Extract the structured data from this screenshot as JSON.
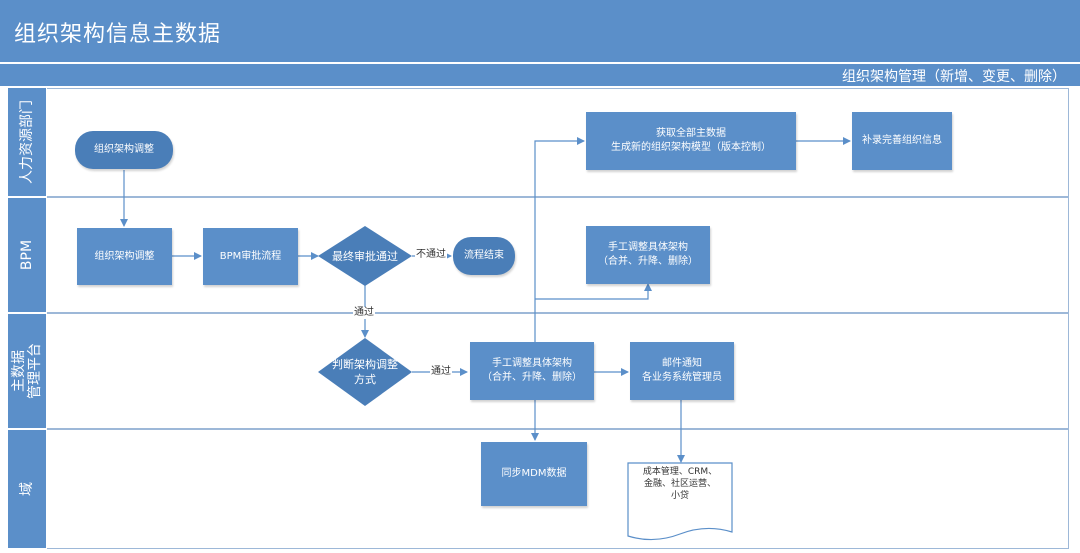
{
  "title": "组织架构信息主数据",
  "subtitle": "组织架构管理（新增、变更、删除）",
  "lanes": [
    {
      "label": "人力资源部门"
    },
    {
      "label": "BPM"
    },
    {
      "label": "主数据\n管理平台"
    },
    {
      "label": "域"
    }
  ],
  "nodes": {
    "hr_start": "组织架构调整",
    "fetch_master": "获取全部主数据\n生成新的组织架构模型（版本控制）",
    "supplement": "补录完善组织信息",
    "bpm_adjust": "组织架构调整",
    "bpm_approval": "BPM审批流程",
    "final_approval": "最终审批通过",
    "flow_end": "流程结束",
    "manual_adjust_bpm": "手工调整具体架构\n（合并、升降、删除）",
    "judge_mode": "判断架构调整\n方式",
    "manual_adjust_mdm": "手工调整具体架构\n（合并、升降、删除）",
    "email_notify": "邮件通知\n各业务系统管理员",
    "sync_mdm": "同步MDM数据",
    "systems_doc": "成本管理、CRM、\n金融、社区运营、\n小贷"
  },
  "edge_labels": {
    "not_pass": "不通过",
    "pass_down": "通过",
    "pass_right": "通过"
  },
  "colors": {
    "header_blue": "#5b8fc9",
    "node_blue": "#5b8fc9",
    "lane_border": "#9db8d8",
    "connector": "#5b8fc9"
  }
}
